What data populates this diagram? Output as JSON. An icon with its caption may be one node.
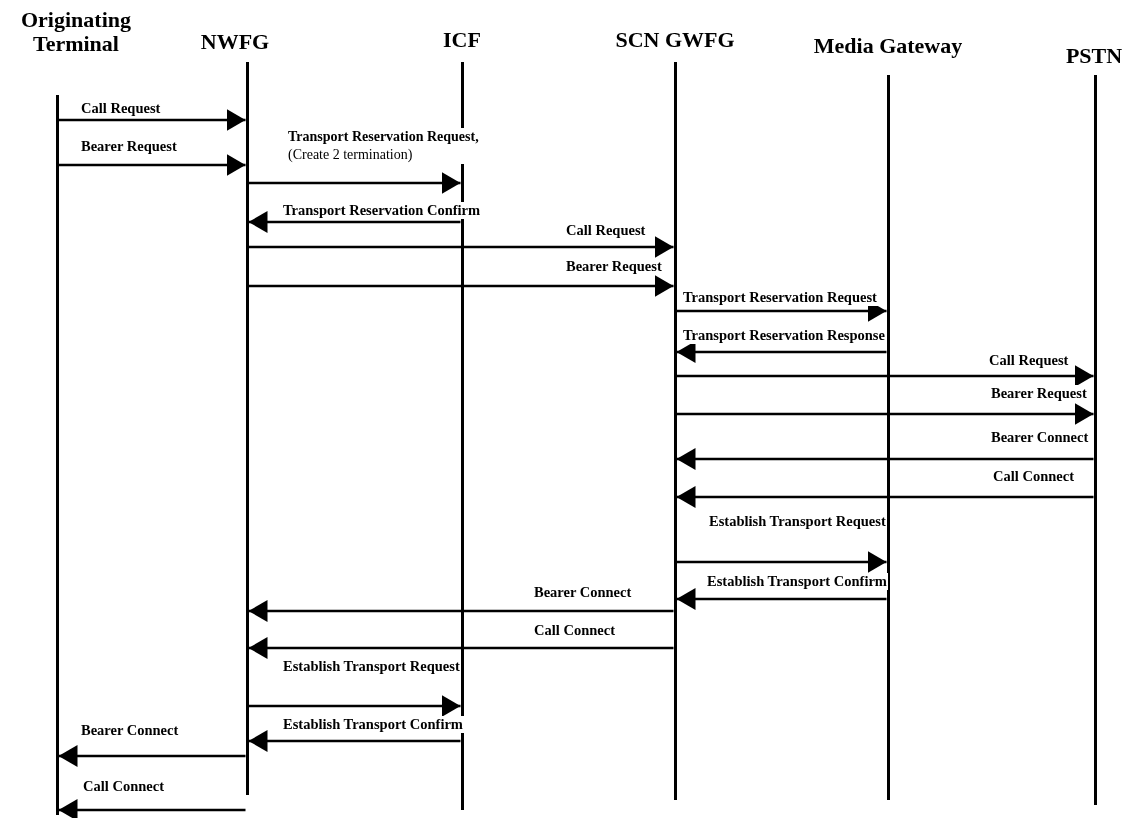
{
  "diagram": {
    "nodes": [
      {
        "text": [
          "Originating Terminal"
        ]
      },
      {
        "text": [
          "NWFG"
        ]
      },
      {
        "text": [
          "ICF"
        ]
      },
      {
        "text": [
          "SCN GWFG"
        ]
      },
      {
        "text": [
          "Media Gateway"
        ]
      },
      {
        "text": [
          "PSTN"
        ]
      }
    ],
    "edges": [
      {
        "from": 0,
        "to": 1,
        "arrow": "to",
        "label": "Call Request"
      },
      {
        "from": 0,
        "to": 1,
        "arrow": "to",
        "label": "Bearer Request"
      },
      {
        "from": 1,
        "to": 2,
        "arrow": "to",
        "label": "**Transport Reservation Request,** (Create 2 termination)"
      },
      {
        "from": 2,
        "to": 1,
        "arrow": "to",
        "label": "Transport Reservation Confirm"
      },
      {
        "from": 1,
        "to": 3,
        "arrow": "to",
        "label": "Call Request"
      },
      {
        "from": 1,
        "to": 3,
        "arrow": "to",
        "label": "Bearer Request"
      },
      {
        "from": 3,
        "to": 4,
        "arrow": "to",
        "label": "Transport Reservation Request"
      },
      {
        "from": 4,
        "to": 3,
        "arrow": "to",
        "label": "Transport Reservation Response"
      },
      {
        "from": 3,
        "to": 5,
        "arrow": "to",
        "label": "Call Request"
      },
      {
        "from": 3,
        "to": 5,
        "arrow": "to",
        "label": "Bearer Request"
      },
      {
        "from": 5,
        "to": 3,
        "arrow": "to",
        "label": "Bearer Connect"
      },
      {
        "from": 5,
        "to": 3,
        "arrow": "to",
        "label": "Call Connect"
      },
      {
        "from": 3,
        "to": 4,
        "arrow": "to",
        "label": "Establish Transport Request"
      },
      {
        "from": 4,
        "to": 3,
        "arrow": "to",
        "label": "Establish Transport Confirm"
      },
      {
        "from": 3,
        "to": 1,
        "arrow": "to",
        "label": "Bearer Connect"
      },
      {
        "from": 3,
        "to": 1,
        "arrow": "to",
        "label": "Call Connect"
      },
      {
        "from": 1,
        "to": 2,
        "arrow": "to",
        "label": "Establish Transport Request"
      },
      {
        "from": 2,
        "to": 1,
        "arrow": "to",
        "label": "Establish Transport Confirm"
      },
      {
        "from": 1,
        "to": 0,
        "arrow": "to",
        "label": "Bearer Connect"
      },
      {
        "from": 1,
        "to": 0,
        "arrow": "to",
        "label": "Call Connect"
      }
    ]
  }
}
